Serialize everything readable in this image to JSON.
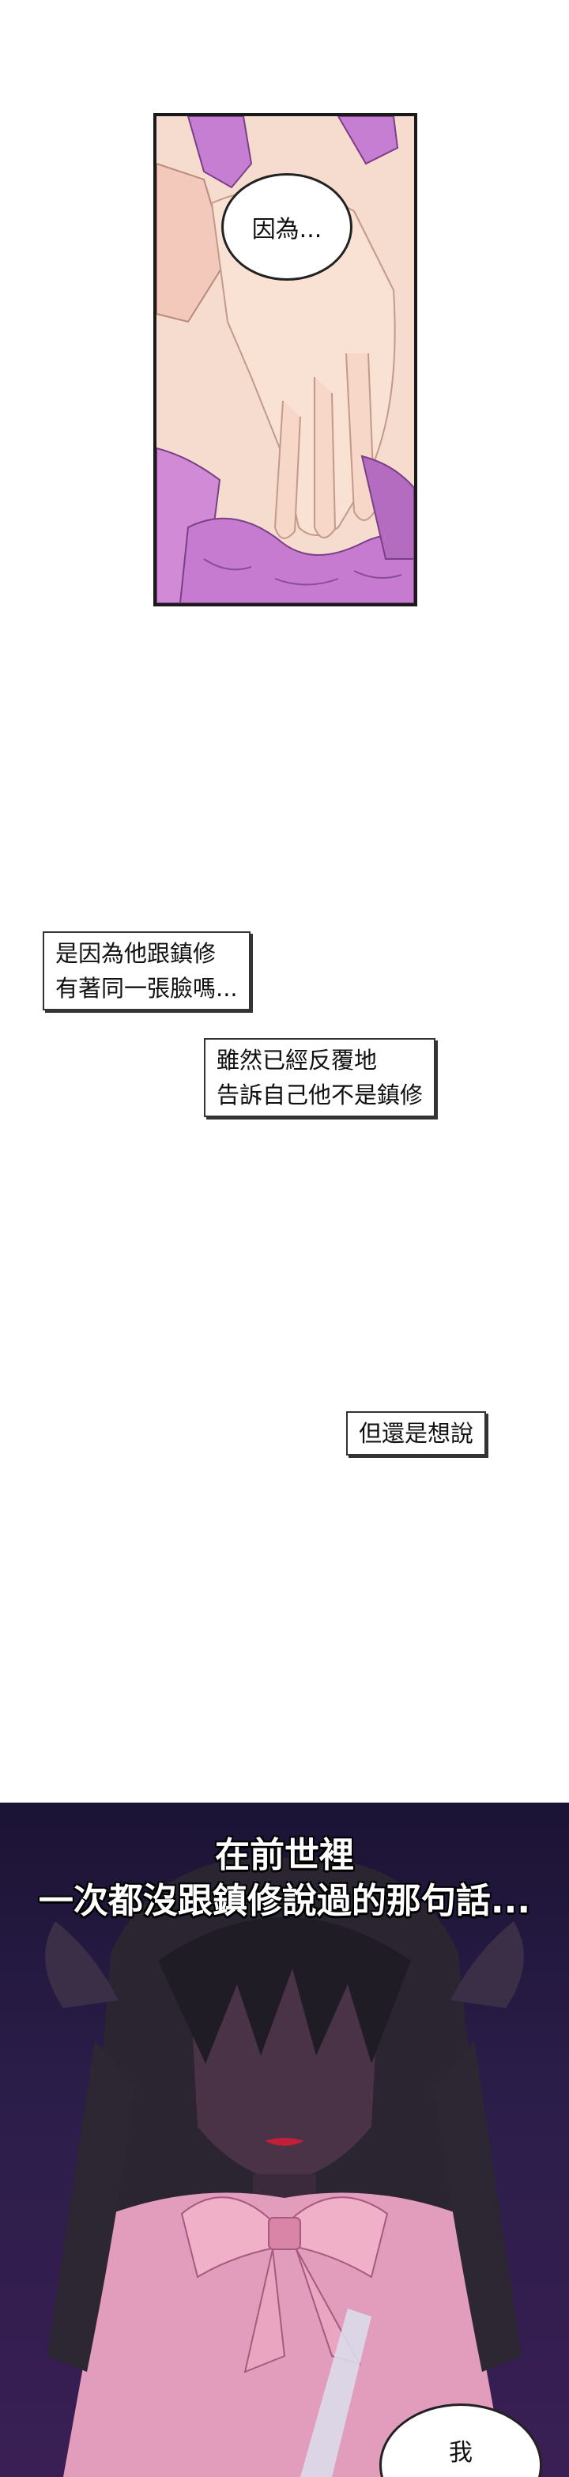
{
  "panel1": {
    "speech": "因為..."
  },
  "captions": {
    "caption1": {
      "line1": "是因為他跟鎮修",
      "line2": "有著同一張臉嗎..."
    },
    "caption2": {
      "line1": "雖然已經反覆地",
      "line2": "告訴自己他不是鎮修"
    },
    "caption3": {
      "line1": "但還是想說"
    }
  },
  "panel2": {
    "narration_line1": "在前世裡",
    "narration_line2": "一次都沒跟鎮修說過的那句話...",
    "speech": "我"
  },
  "colors": {
    "skin": "#f7d7cc",
    "dress_pink": "#c77bd0",
    "night_purple": "#2a1d48",
    "bow_pink": "#e7a3bf"
  }
}
